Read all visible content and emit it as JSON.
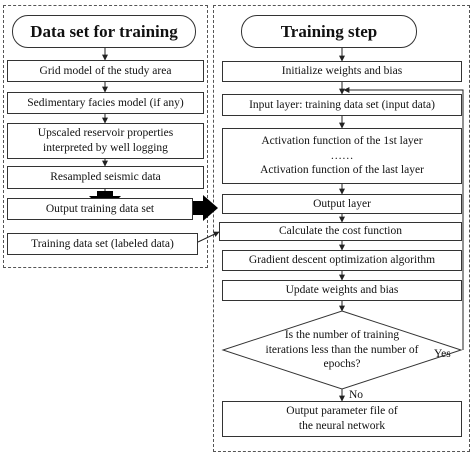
{
  "left_panel": {
    "title": "Data set for training",
    "steps": [
      "Grid model of the study area",
      "Sedimentary facies model (if any)",
      "Upscaled reservoir  properties\ninterpreted by well logging",
      "Resampled seismic data",
      "Output training data set",
      "Training data set (labeled data)"
    ]
  },
  "right_panel": {
    "title": "Training step",
    "steps": [
      "Initialize weights and bias",
      "Input layer: training data set (input data)",
      "Activation function of the 1st layer\n……\nActivation function of the last layer",
      "Output layer",
      "Calculate the cost function",
      "Gradient descent optimization algorithm",
      "Update  weights and bias"
    ],
    "decision": "Is the number of training\niterations less than the number of\nepochs?",
    "yes_label": "Yes",
    "no_label": "No",
    "output": "Output parameter file of\nthe neural network"
  }
}
